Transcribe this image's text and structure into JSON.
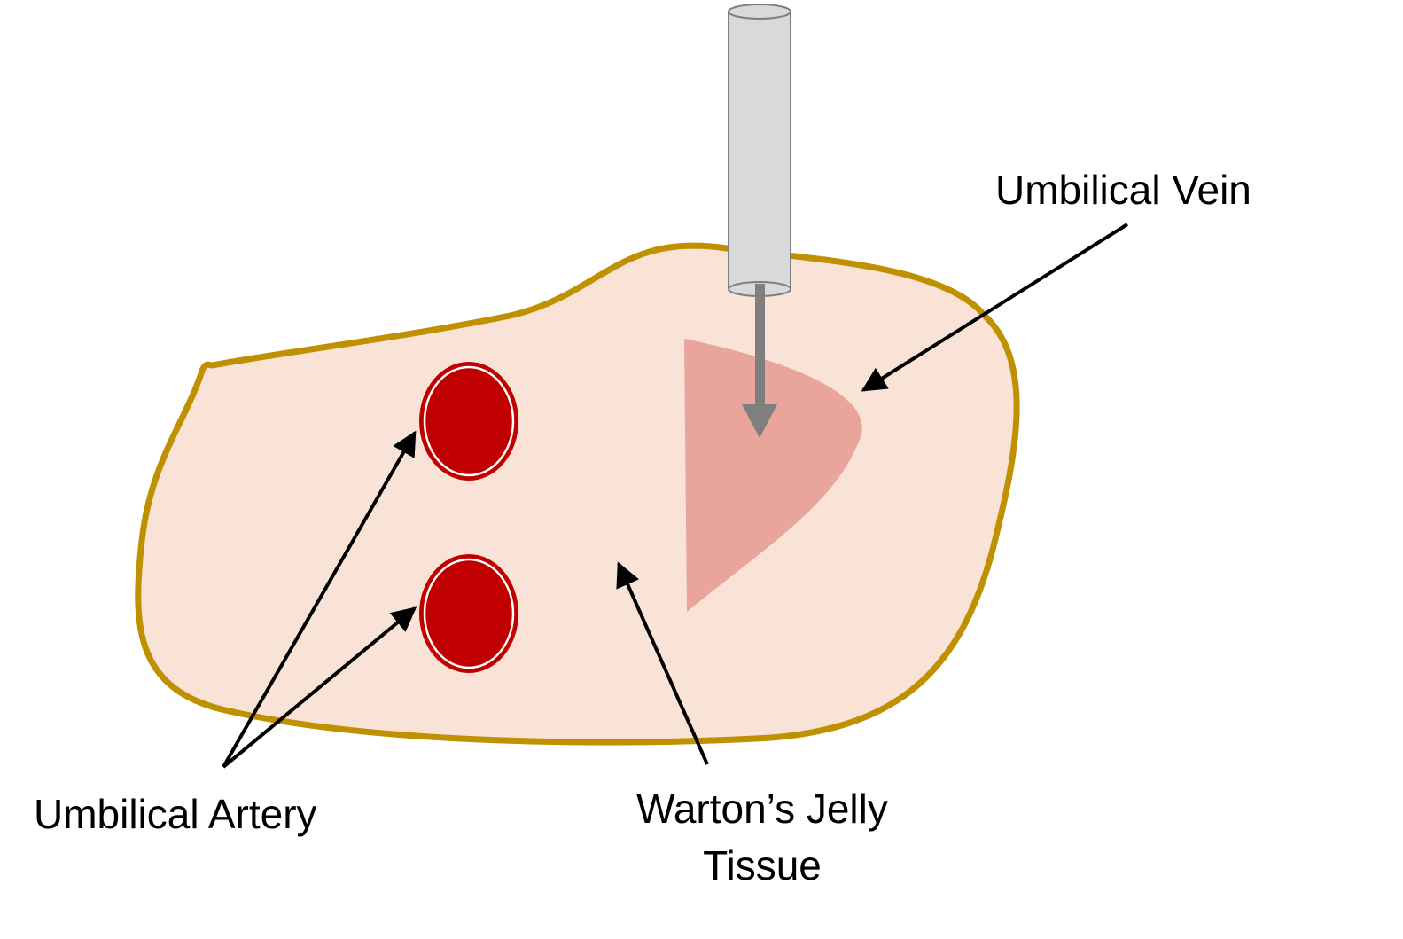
{
  "labels": {
    "umbilical_vein": "Umbilical Vein",
    "umbilical_artery": "Umbilical Artery",
    "jelly_line1": "Warton’s Jelly",
    "jelly_line2": "Tissue"
  },
  "colors": {
    "tissue_fill": "#f9e3d7",
    "tissue_outline": "#bf9000",
    "vein_fill": "#e9a59c",
    "artery_fill": "#c00000",
    "needle_fill": "#d9d9d9",
    "needle_outline": "#7f7f7f",
    "injection_arrow": "#7f7f7f",
    "pointer_arrow": "#000000"
  }
}
